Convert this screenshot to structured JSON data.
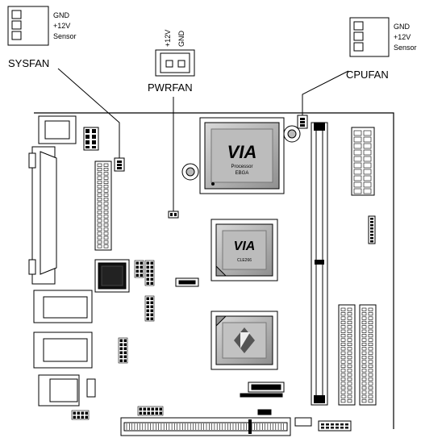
{
  "sysfan": {
    "title": "SYSFAN",
    "pins": [
      "GND",
      "+12V",
      "Sensor"
    ]
  },
  "pwrfan": {
    "title": "PWRFAN",
    "pins": [
      "+12V",
      "GND"
    ]
  },
  "cpufan": {
    "title": "CPUFAN",
    "pins": [
      "GND",
      "+12V",
      "Sensor"
    ]
  },
  "chips": {
    "cpu_logo": "VIA",
    "cpu_line1": "Processor",
    "cpu_line2": "EBGA",
    "northbridge_logo": "VIA",
    "northbridge_label": "CLE266"
  },
  "colors": {
    "line": "#000000",
    "chip_fill": "#bdbdbd",
    "chip_dark": "#6e6e6e",
    "background": "#ffffff"
  }
}
